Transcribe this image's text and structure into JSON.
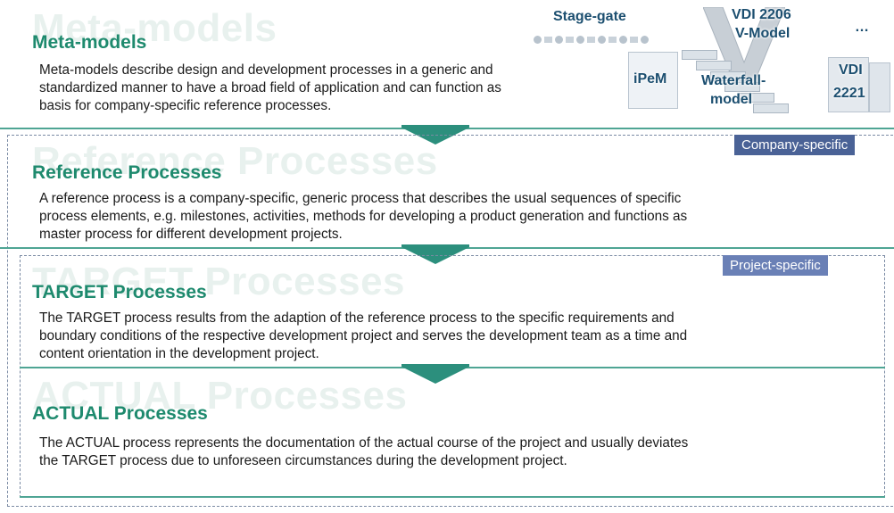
{
  "sections": {
    "meta": {
      "bg_word": "Meta-models",
      "heading": "Meta-models",
      "body_lines": [
        "Meta-models describe design and development processes in a generic and",
        "standardized manner to have a broad field of application and can function as",
        "basis for company-specific reference processes."
      ]
    },
    "reference": {
      "bg_word": "Reference Processes",
      "heading": "Reference Processes",
      "body_lines": [
        "A reference process is a company-specific, generic process that describes the usual sequences of specific",
        "process elements, e.g. milestones, activities, methods for developing a product generation and functions as",
        "master process for different development projects."
      ]
    },
    "target": {
      "bg_word": "TARGET Processes",
      "heading": "TARGET Processes",
      "body_lines": [
        "The TARGET process results from the adaption of the reference process to the specific requirements and",
        "boundary conditions of the respective development project and serves the development team as a time and",
        "content orientation in the development project."
      ]
    },
    "actual": {
      "bg_word": "ACTUAL Processes",
      "heading": "ACTUAL Processes",
      "body_lines": [
        "The ACTUAL process represents the documentation of the actual course of the project and usually deviates",
        "the TARGET process due to unforeseen circumstances during the development project."
      ]
    }
  },
  "tags": {
    "company": "Company-specific",
    "project": "Project-specific"
  },
  "meta_models": {
    "stage_gate": "Stage-gate",
    "vdi2206_line1": "VDI 2206",
    "vdi2206_line2": "V-Model",
    "ellipsis": "…",
    "ipem": "iPeM",
    "waterfall_line1": "Waterfall-",
    "waterfall_line2": "model",
    "vdi2221_line1": "VDI",
    "vdi2221_line2": "2221"
  },
  "colors": {
    "heading": "#1e8a6e",
    "arrow": "#2c8f7d",
    "rule": "#4fa594",
    "company_tag": "#4a6296",
    "project_tag": "#6a80b6",
    "dashed_border": "#7a8aa3"
  }
}
